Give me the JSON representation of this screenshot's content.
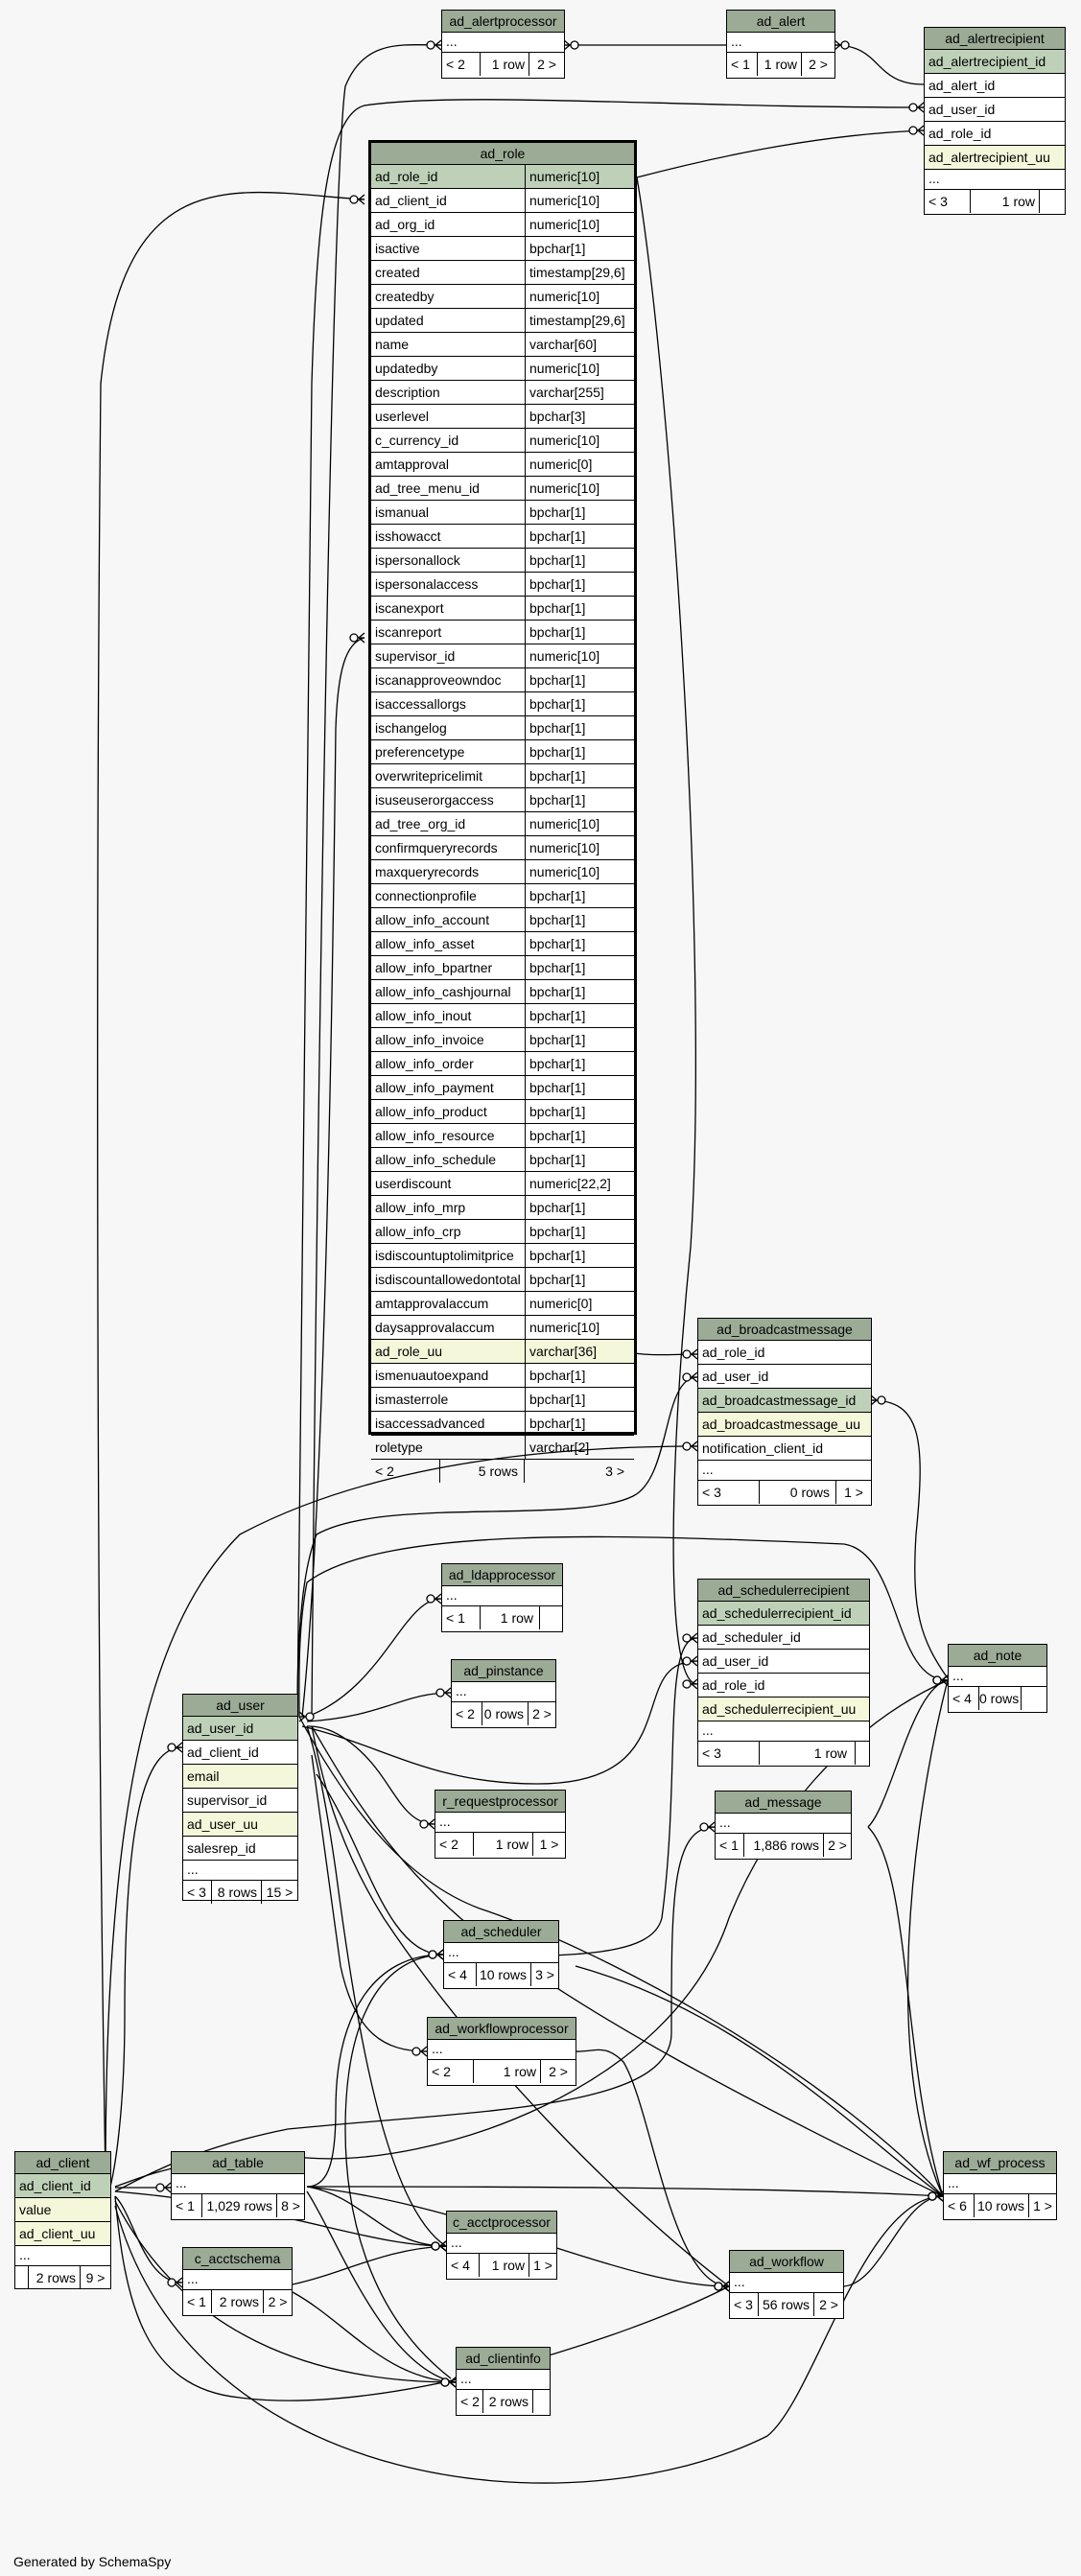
{
  "credit": "Generated by SchemaSpy",
  "tables": {
    "ad_alertprocessor": {
      "name": "ad_alertprocessor",
      "ellipsis": "...",
      "foot": [
        "< 2",
        "1 row",
        "2 >"
      ]
    },
    "ad_alert": {
      "name": "ad_alert",
      "ellipsis": "...",
      "foot": [
        "< 1",
        "1 row",
        "2 >"
      ]
    },
    "ad_alertrecipient": {
      "name": "ad_alertrecipient",
      "rows": [
        "ad_alertrecipient_id",
        "ad_alert_id",
        "ad_user_id",
        "ad_role_id",
        "ad_alertrecipient_uu"
      ],
      "ellipsis": "...",
      "foot": [
        "< 3",
        "1 row"
      ]
    },
    "ad_role": {
      "name": "ad_role",
      "columns": [
        {
          "name": "ad_role_id",
          "type": "numeric[10]"
        },
        {
          "name": "ad_client_id",
          "type": "numeric[10]"
        },
        {
          "name": "ad_org_id",
          "type": "numeric[10]"
        },
        {
          "name": "isactive",
          "type": "bpchar[1]"
        },
        {
          "name": "created",
          "type": "timestamp[29,6]"
        },
        {
          "name": "createdby",
          "type": "numeric[10]"
        },
        {
          "name": "updated",
          "type": "timestamp[29,6]"
        },
        {
          "name": "name",
          "type": "varchar[60]"
        },
        {
          "name": "updatedby",
          "type": "numeric[10]"
        },
        {
          "name": "description",
          "type": "varchar[255]"
        },
        {
          "name": "userlevel",
          "type": "bpchar[3]"
        },
        {
          "name": "c_currency_id",
          "type": "numeric[10]"
        },
        {
          "name": "amtapproval",
          "type": "numeric[0]"
        },
        {
          "name": "ad_tree_menu_id",
          "type": "numeric[10]"
        },
        {
          "name": "ismanual",
          "type": "bpchar[1]"
        },
        {
          "name": "isshowacct",
          "type": "bpchar[1]"
        },
        {
          "name": "ispersonallock",
          "type": "bpchar[1]"
        },
        {
          "name": "ispersonalaccess",
          "type": "bpchar[1]"
        },
        {
          "name": "iscanexport",
          "type": "bpchar[1]"
        },
        {
          "name": "iscanreport",
          "type": "bpchar[1]"
        },
        {
          "name": "supervisor_id",
          "type": "numeric[10]"
        },
        {
          "name": "iscanapproveowndoc",
          "type": "bpchar[1]"
        },
        {
          "name": "isaccessallorgs",
          "type": "bpchar[1]"
        },
        {
          "name": "ischangelog",
          "type": "bpchar[1]"
        },
        {
          "name": "preferencetype",
          "type": "bpchar[1]"
        },
        {
          "name": "overwritepricelimit",
          "type": "bpchar[1]"
        },
        {
          "name": "isuseuserorgaccess",
          "type": "bpchar[1]"
        },
        {
          "name": "ad_tree_org_id",
          "type": "numeric[10]"
        },
        {
          "name": "confirmqueryrecords",
          "type": "numeric[10]"
        },
        {
          "name": "maxqueryrecords",
          "type": "numeric[10]"
        },
        {
          "name": "connectionprofile",
          "type": "bpchar[1]"
        },
        {
          "name": "allow_info_account",
          "type": "bpchar[1]"
        },
        {
          "name": "allow_info_asset",
          "type": "bpchar[1]"
        },
        {
          "name": "allow_info_bpartner",
          "type": "bpchar[1]"
        },
        {
          "name": "allow_info_cashjournal",
          "type": "bpchar[1]"
        },
        {
          "name": "allow_info_inout",
          "type": "bpchar[1]"
        },
        {
          "name": "allow_info_invoice",
          "type": "bpchar[1]"
        },
        {
          "name": "allow_info_order",
          "type": "bpchar[1]"
        },
        {
          "name": "allow_info_payment",
          "type": "bpchar[1]"
        },
        {
          "name": "allow_info_product",
          "type": "bpchar[1]"
        },
        {
          "name": "allow_info_resource",
          "type": "bpchar[1]"
        },
        {
          "name": "allow_info_schedule",
          "type": "bpchar[1]"
        },
        {
          "name": "userdiscount",
          "type": "numeric[22,2]"
        },
        {
          "name": "allow_info_mrp",
          "type": "bpchar[1]"
        },
        {
          "name": "allow_info_crp",
          "type": "bpchar[1]"
        },
        {
          "name": "isdiscountuptolimitprice",
          "type": "bpchar[1]"
        },
        {
          "name": "isdiscountallowedontotal",
          "type": "bpchar[1]"
        },
        {
          "name": "amtapprovalaccum",
          "type": "numeric[0]"
        },
        {
          "name": "daysapprovalaccum",
          "type": "numeric[10]"
        },
        {
          "name": "ad_role_uu",
          "type": "varchar[36]"
        },
        {
          "name": "ismenuautoexpand",
          "type": "bpchar[1]"
        },
        {
          "name": "ismasterrole",
          "type": "bpchar[1]"
        },
        {
          "name": "isaccessadvanced",
          "type": "bpchar[1]"
        },
        {
          "name": "roletype",
          "type": "varchar[2]"
        }
      ],
      "foot": [
        "< 2",
        "5 rows",
        "3 >"
      ]
    },
    "ad_broadcastmessage": {
      "name": "ad_broadcastmessage",
      "rows": [
        "ad_role_id",
        "ad_user_id",
        "ad_broadcastmessage_id",
        "ad_broadcastmessage_uu",
        "notification_client_id"
      ],
      "ellipsis": "...",
      "foot": [
        "< 3",
        "0 rows",
        "1 >"
      ]
    },
    "ad_ldapprocessor": {
      "name": "ad_ldapprocessor",
      "ellipsis": "...",
      "foot": [
        "< 1",
        "1 row"
      ]
    },
    "ad_schedulerrecipient": {
      "name": "ad_schedulerrecipient",
      "rows": [
        "ad_schedulerrecipient_id",
        "ad_scheduler_id",
        "ad_user_id",
        "ad_role_id",
        "ad_schedulerrecipient_uu"
      ],
      "ellipsis": "...",
      "foot": [
        "< 3",
        "1 row"
      ]
    },
    "ad_note": {
      "name": "ad_note",
      "ellipsis": "...",
      "foot": [
        "< 4",
        "0 rows"
      ]
    },
    "ad_pinstance": {
      "name": "ad_pinstance",
      "ellipsis": "...",
      "foot": [
        "< 2",
        "0 rows",
        "2 >"
      ]
    },
    "ad_user": {
      "name": "ad_user",
      "rows": [
        "ad_user_id",
        "ad_client_id",
        "email",
        "supervisor_id",
        "ad_user_uu",
        "salesrep_id"
      ],
      "ellipsis": "...",
      "foot": [
        "< 3",
        "8 rows",
        "15 >"
      ]
    },
    "r_requestprocessor": {
      "name": "r_requestprocessor",
      "ellipsis": "...",
      "foot": [
        "< 2",
        "1 row",
        "1 >"
      ]
    },
    "ad_message": {
      "name": "ad_message",
      "ellipsis": "...",
      "foot": [
        "< 1",
        "1,886 rows",
        "2 >"
      ]
    },
    "ad_scheduler": {
      "name": "ad_scheduler",
      "ellipsis": "...",
      "foot": [
        "< 4",
        "10 rows",
        "3 >"
      ]
    },
    "ad_workflowprocessor": {
      "name": "ad_workflowprocessor",
      "ellipsis": "...",
      "foot": [
        "< 2",
        "1 row",
        "2 >"
      ]
    },
    "ad_client": {
      "name": "ad_client",
      "rows": [
        "ad_client_id",
        "value",
        "ad_client_uu"
      ],
      "ellipsis": "...",
      "foot": [
        "",
        "2 rows",
        "9 >"
      ]
    },
    "ad_table": {
      "name": "ad_table",
      "ellipsis": "...",
      "foot": [
        "< 1",
        "1,029 rows",
        "8 >"
      ]
    },
    "ad_wf_process": {
      "name": "ad_wf_process",
      "ellipsis": "...",
      "foot": [
        "< 6",
        "10 rows",
        "1 >"
      ]
    },
    "c_acctprocessor": {
      "name": "c_acctprocessor",
      "ellipsis": "...",
      "foot": [
        "< 4",
        "1 row",
        "1 >"
      ]
    },
    "c_acctschema": {
      "name": "c_acctschema",
      "ellipsis": "...",
      "foot": [
        "< 1",
        "2 rows",
        "2 >"
      ]
    },
    "ad_workflow": {
      "name": "ad_workflow",
      "ellipsis": "...",
      "foot": [
        "< 3",
        "56 rows",
        "2 >"
      ]
    },
    "ad_clientinfo": {
      "name": "ad_clientinfo",
      "ellipsis": "...",
      "foot": [
        "< 2",
        "2 rows"
      ]
    }
  }
}
